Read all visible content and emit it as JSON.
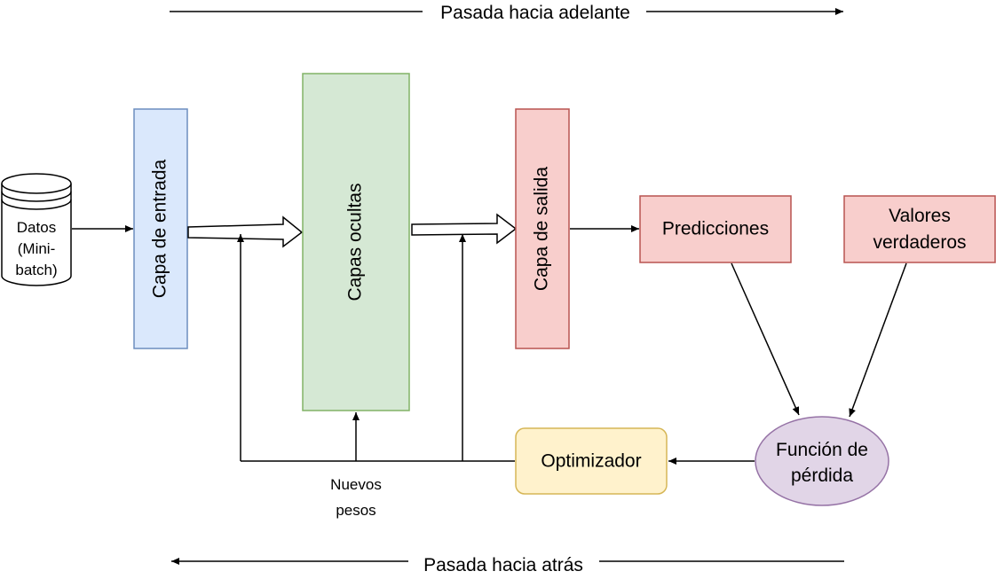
{
  "forward_label": "Pasada hacia adelante",
  "backward_label": "Pasada hacia atrás",
  "nodes": {
    "data": {
      "line1": "Datos",
      "line2": "(Mini-",
      "line3": "batch)"
    },
    "input_layer": "Capa de entrada",
    "hidden_layers": "Capas ocultas",
    "output_layer": "Capa de salida",
    "predictions": "Predicciones",
    "true_values": {
      "line1": "Valores",
      "line2": "verdaderos"
    },
    "loss_function": {
      "line1": "Función de",
      "line2": "pérdida"
    },
    "optimizer": "Optimizador"
  },
  "new_weights": {
    "line1": "Nuevos",
    "line2": "pesos"
  },
  "colors": {
    "input_fill": "#dae8fc",
    "input_stroke": "#6c8ebf",
    "hidden_fill": "#d5e8d4",
    "hidden_stroke": "#82b366",
    "output_fill": "#f8cecc",
    "output_stroke": "#b85450",
    "loss_fill": "#e1d5e7",
    "loss_stroke": "#9673a6",
    "optimizer_fill": "#fff2cc",
    "optimizer_stroke": "#d6b656"
  }
}
